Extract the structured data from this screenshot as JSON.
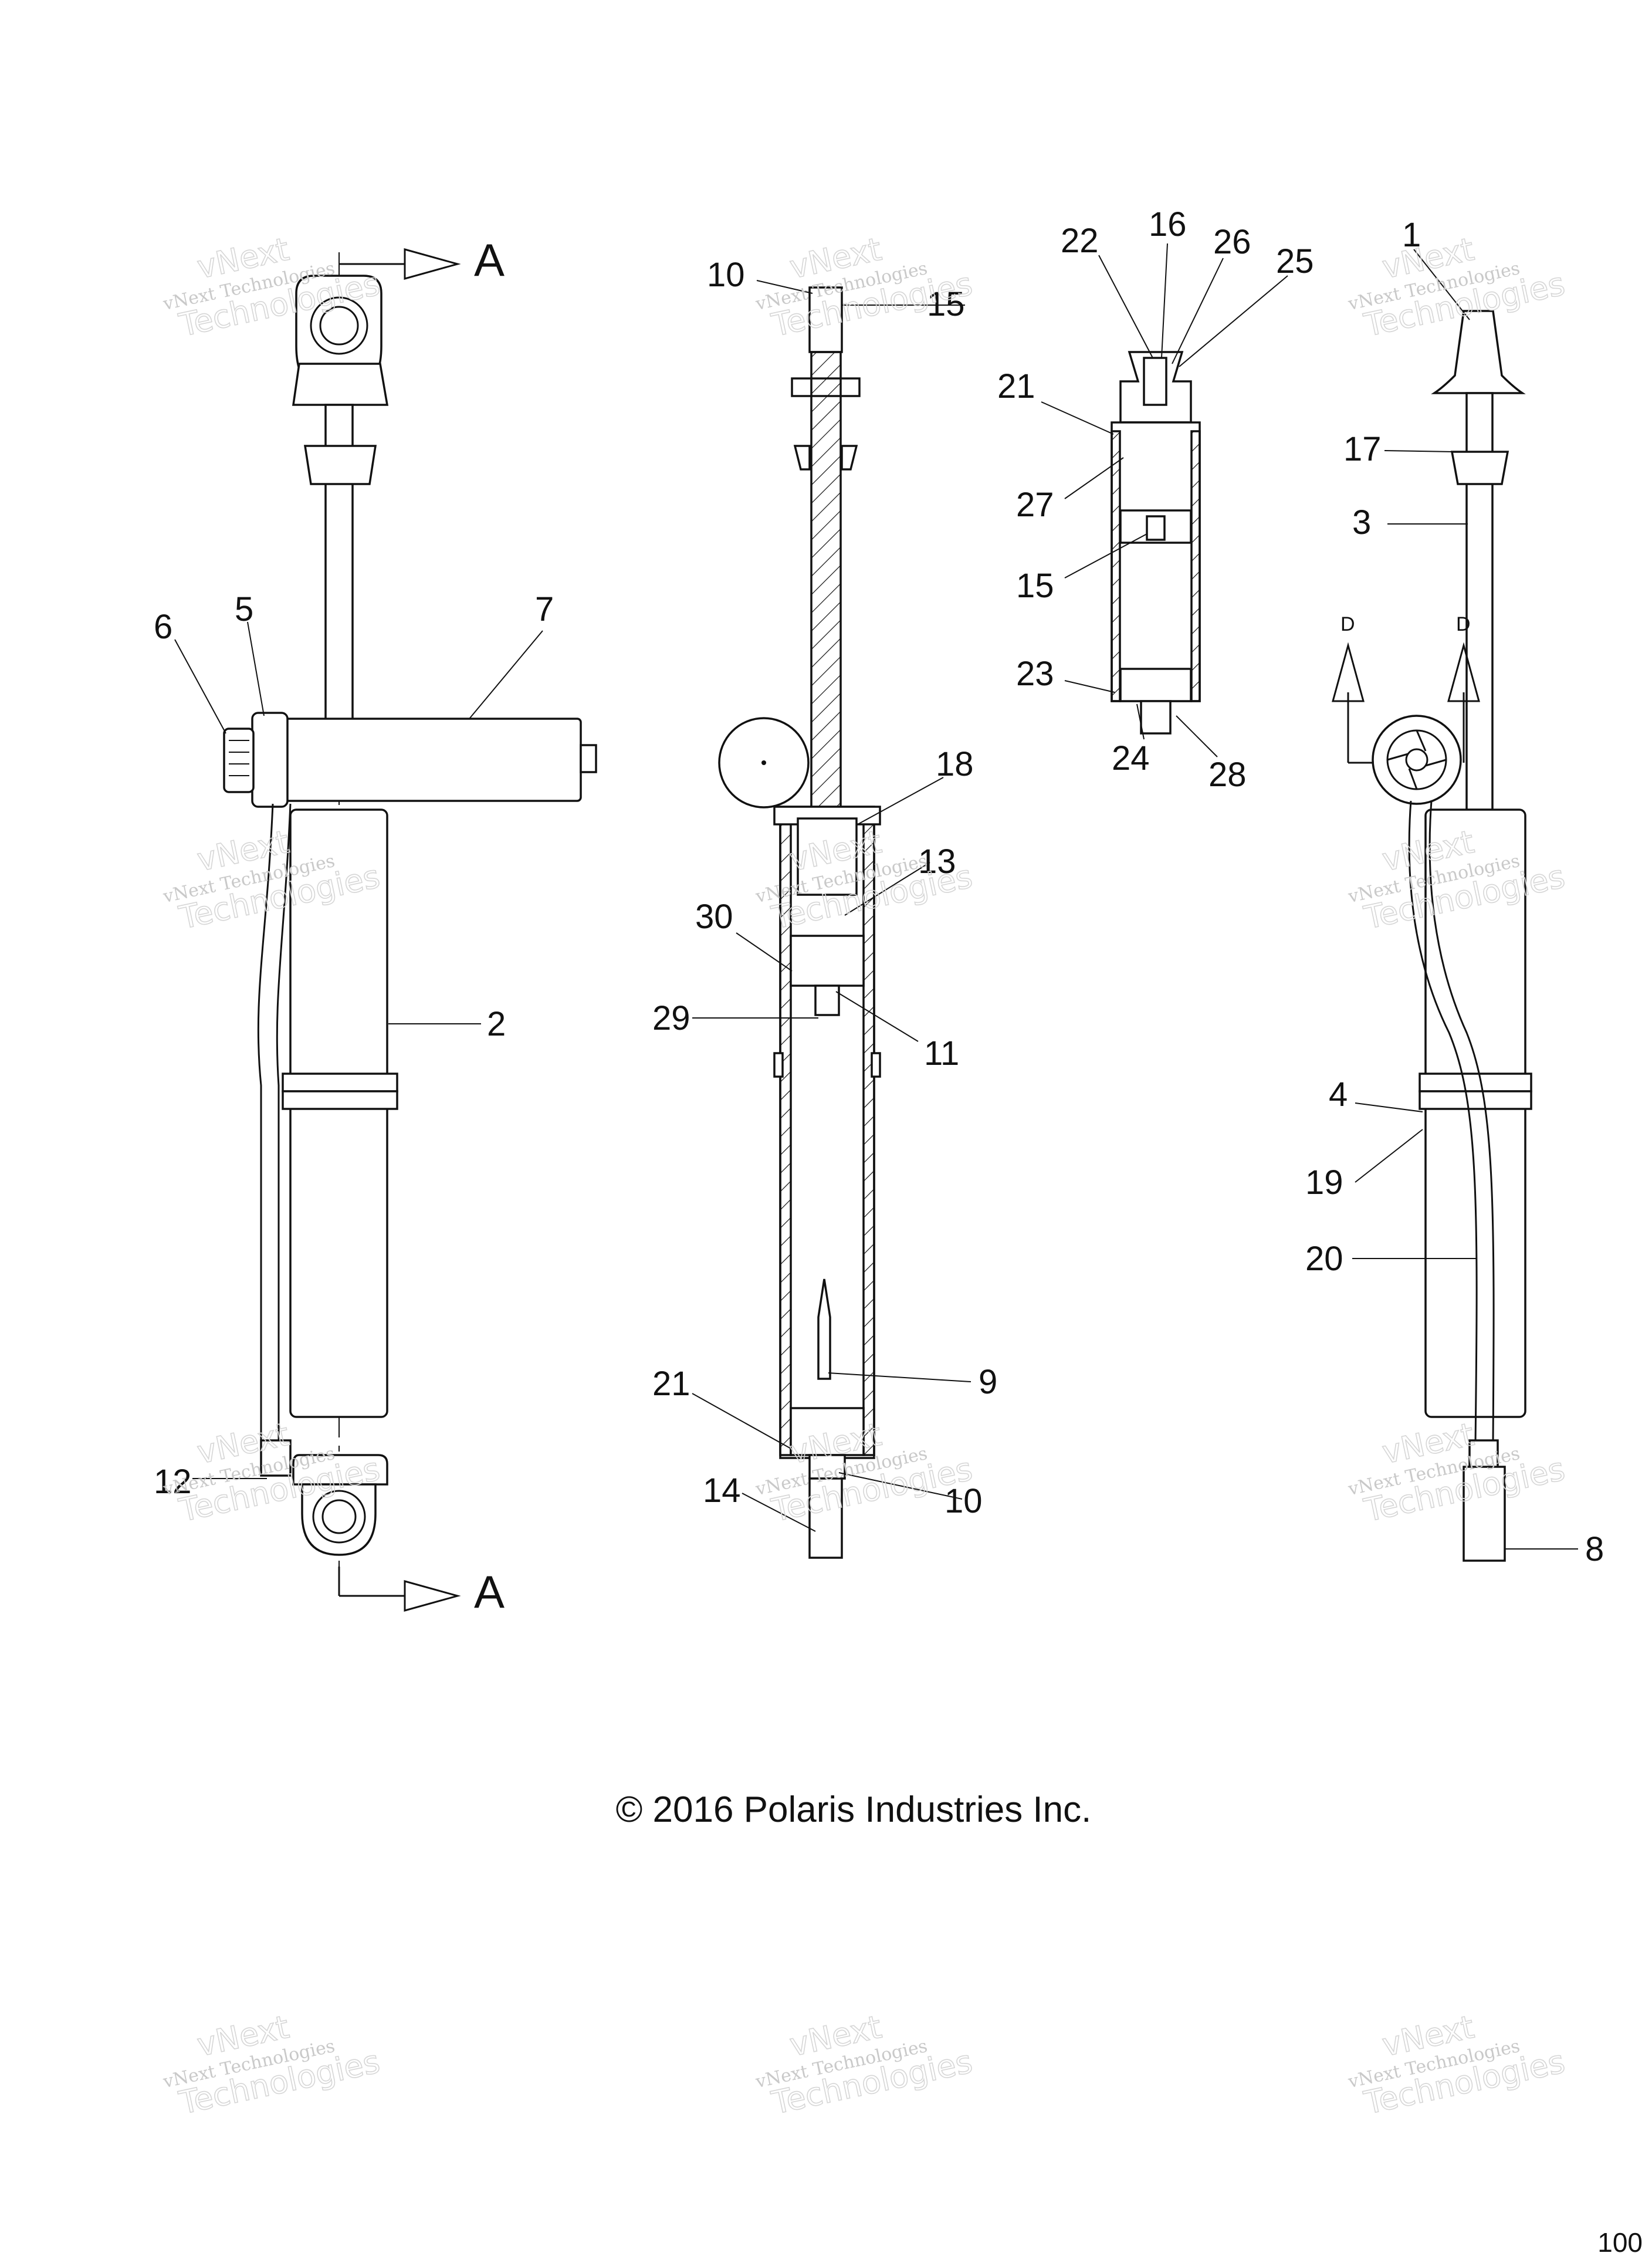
{
  "copyright": "© 2016 Polaris Industries Inc.",
  "page_number": "100",
  "watermark": {
    "line1": "vNext Technologies",
    "line2": "vNext",
    "line3": "Technologies"
  },
  "section_marks": {
    "a_top": "A",
    "a_bottom": "A",
    "d_left": "D",
    "d_right": "D"
  },
  "callouts": [
    {
      "id": "c1",
      "text": "1"
    },
    {
      "id": "c2",
      "text": "2"
    },
    {
      "id": "c3",
      "text": "3"
    },
    {
      "id": "c4",
      "text": "4"
    },
    {
      "id": "c5",
      "text": "5"
    },
    {
      "id": "c6",
      "text": "6"
    },
    {
      "id": "c7",
      "text": "7"
    },
    {
      "id": "c8",
      "text": "8"
    },
    {
      "id": "c9",
      "text": "9"
    },
    {
      "id": "c10a",
      "text": "10"
    },
    {
      "id": "c10b",
      "text": "10"
    },
    {
      "id": "c11",
      "text": "11"
    },
    {
      "id": "c12",
      "text": "12"
    },
    {
      "id": "c13",
      "text": "13"
    },
    {
      "id": "c14",
      "text": "14"
    },
    {
      "id": "c15a",
      "text": "15"
    },
    {
      "id": "c15b",
      "text": "15"
    },
    {
      "id": "c16",
      "text": "16"
    },
    {
      "id": "c17",
      "text": "17"
    },
    {
      "id": "c18",
      "text": "18"
    },
    {
      "id": "c19",
      "text": "19"
    },
    {
      "id": "c20",
      "text": "20"
    },
    {
      "id": "c21a",
      "text": "21"
    },
    {
      "id": "c21b",
      "text": "21"
    },
    {
      "id": "c22",
      "text": "22"
    },
    {
      "id": "c23",
      "text": "23"
    },
    {
      "id": "c24",
      "text": "24"
    },
    {
      "id": "c25",
      "text": "25"
    },
    {
      "id": "c26",
      "text": "26"
    },
    {
      "id": "c27",
      "text": "27"
    },
    {
      "id": "c28",
      "text": "28"
    },
    {
      "id": "c29",
      "text": "29"
    },
    {
      "id": "c30",
      "text": "30"
    }
  ]
}
